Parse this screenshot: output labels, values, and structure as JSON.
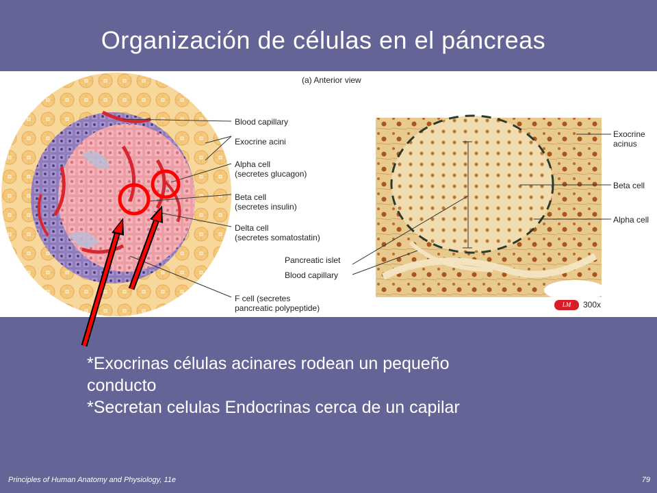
{
  "slide": {
    "title": "Organización de células en el páncreas",
    "footer_left": "Principles of Human Anatomy and Physiology, 11e",
    "page_number": "79"
  },
  "figure": {
    "view_label": "(a) Anterior view",
    "left_labels": {
      "blood_capillary": "Blood capillary",
      "exocrine_acini": "Exocrine acini",
      "alpha_cell_1": "Alpha cell",
      "alpha_cell_2": "(secretes glucagon)",
      "beta_cell_1": "Beta cell",
      "beta_cell_2": "(secretes insulin)",
      "delta_cell_1": "Delta cell",
      "delta_cell_2": "(secretes somatostatin)",
      "pancreatic_islet": "Pancreatic islet",
      "blood_capillary_2": "Blood capillary",
      "f_cell_1": "F cell (secretes",
      "f_cell_2": "pancreatic polypeptide)"
    },
    "right_labels": {
      "exocrine_acinus_1": "Exocrine",
      "exocrine_acinus_2": "acinus",
      "beta_cell": "Beta cell",
      "alpha_cell": "Alpha cell"
    },
    "lm_badge": "LM",
    "magnification": "300x"
  },
  "body": {
    "line1": "*Exocrinas células acinares rodean un pequeño",
    "line2": "conducto",
    "line3": "*Secretan celulas Endocrinas cerca de un capilar"
  },
  "colors": {
    "background": "#646496",
    "annotation_red": "#ff0000"
  }
}
